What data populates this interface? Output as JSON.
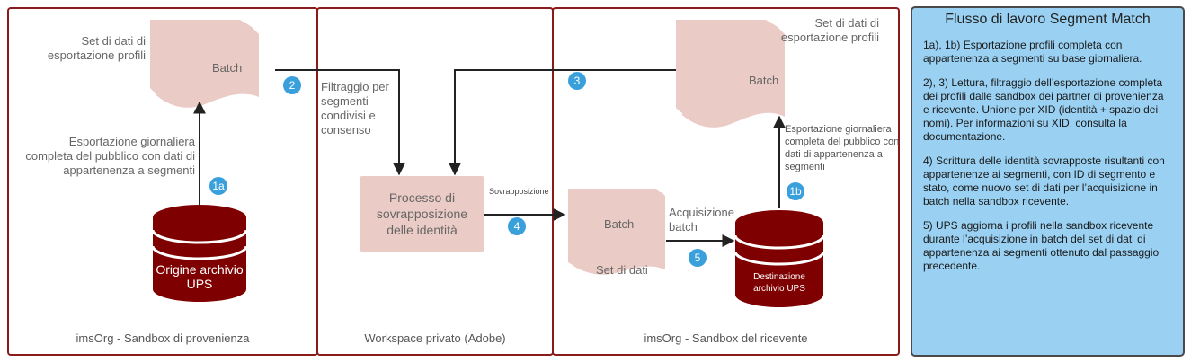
{
  "lanes": [
    {
      "label": "imsOrg - Sandbox di provenienza"
    },
    {
      "label": "Workspace privato (Adobe)"
    },
    {
      "label": "imsOrg - Sandbox del ricevente"
    }
  ],
  "source": {
    "dataset_label": "Set di dati di esportazione profili",
    "batch_label": "Batch",
    "export_label": "Esportazione giornaliera completa del pubblico con dati di appartenenza a segmenti",
    "store_label": "Origine archivio UPS",
    "badge": "1a"
  },
  "workspace": {
    "filter_label": "Filtraggio per segmenti condivisi e consenso",
    "process_label": "Processo di sovrapposizione delle identità",
    "overlap_label": "Sovrapposizione"
  },
  "destination": {
    "dataset_label": "Set di dati di esportazione profili",
    "batch_label": "Batch",
    "export_label": "Esportazione giornaliera completa del pubblico con dati di appartenenza a segmenti",
    "dataset_batch_label": "Batch",
    "dataset_caption": "Set di dati",
    "ingest_label": "Acquisizione batch",
    "store_label": "Destinazione archivio UPS",
    "badge": "1b"
  },
  "badges": {
    "b2": "2",
    "b3": "3",
    "b4": "4",
    "b5": "5"
  },
  "colors": {
    "lane_border": "#8b1a1a",
    "batch_fill": "#ebcbc5",
    "database_fill": "#7f0000",
    "badge": "#3aa0dc",
    "panel_fill": "#9ad1f3"
  },
  "panel": {
    "title": "Flusso di lavoro Segment Match",
    "steps": [
      "1a), 1b) Esportazione profili completa con appartenenza a segmenti su base giornaliera.",
      "2), 3) Lettura, filtraggio dell’esportazione completa dei profili dalle sandbox dei partner di provenienza e ricevente. Unione per XID (identità + spazio dei nomi). Per informazioni su XID, consulta la documentazione.",
      "4) Scrittura delle identità sovrapposte risultanti con appartenenze ai segmenti, con ID di segmento e stato, come nuovo set di dati per l’acquisizione in batch nella sandbox ricevente.",
      "5) UPS aggiorna i profili nella sandbox ricevente durante l’acquisizione in batch del set di dati di appartenenza ai segmenti ottenuto dal passaggio precedente."
    ]
  }
}
